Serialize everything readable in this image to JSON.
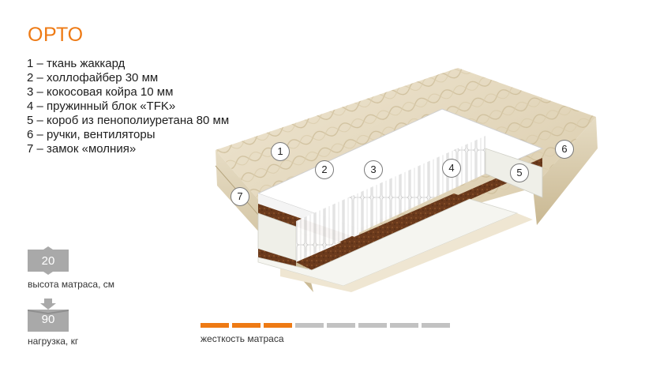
{
  "product": {
    "title": "ОРТО"
  },
  "layers": [
    "1 – ткань жаккард",
    "2 – холлофайбер 30 мм",
    "3 – кокосовая койра 10 мм",
    "4 – пружинный блок «TFK»",
    "5 – короб из пенополиуретана 80 мм",
    "6 – ручки, вентиляторы",
    "7 – замок «молния»"
  ],
  "specs": {
    "height": {
      "value": "20",
      "label": "высота матраса, см",
      "icon": "height-arrows-icon"
    },
    "load": {
      "value": "90",
      "label": "нагрузка, кг",
      "icon": "load-arrow-icon"
    }
  },
  "hardness": {
    "label": "жесткость матраса",
    "level": 3,
    "max": 8,
    "active_color": "#ee7a14",
    "inactive_color": "#c2c2c2"
  },
  "callouts": [
    "1",
    "2",
    "3",
    "4",
    "5",
    "6",
    "7"
  ],
  "colors": {
    "accent": "#ee7a14",
    "spec_box": "#a9a9a9"
  }
}
